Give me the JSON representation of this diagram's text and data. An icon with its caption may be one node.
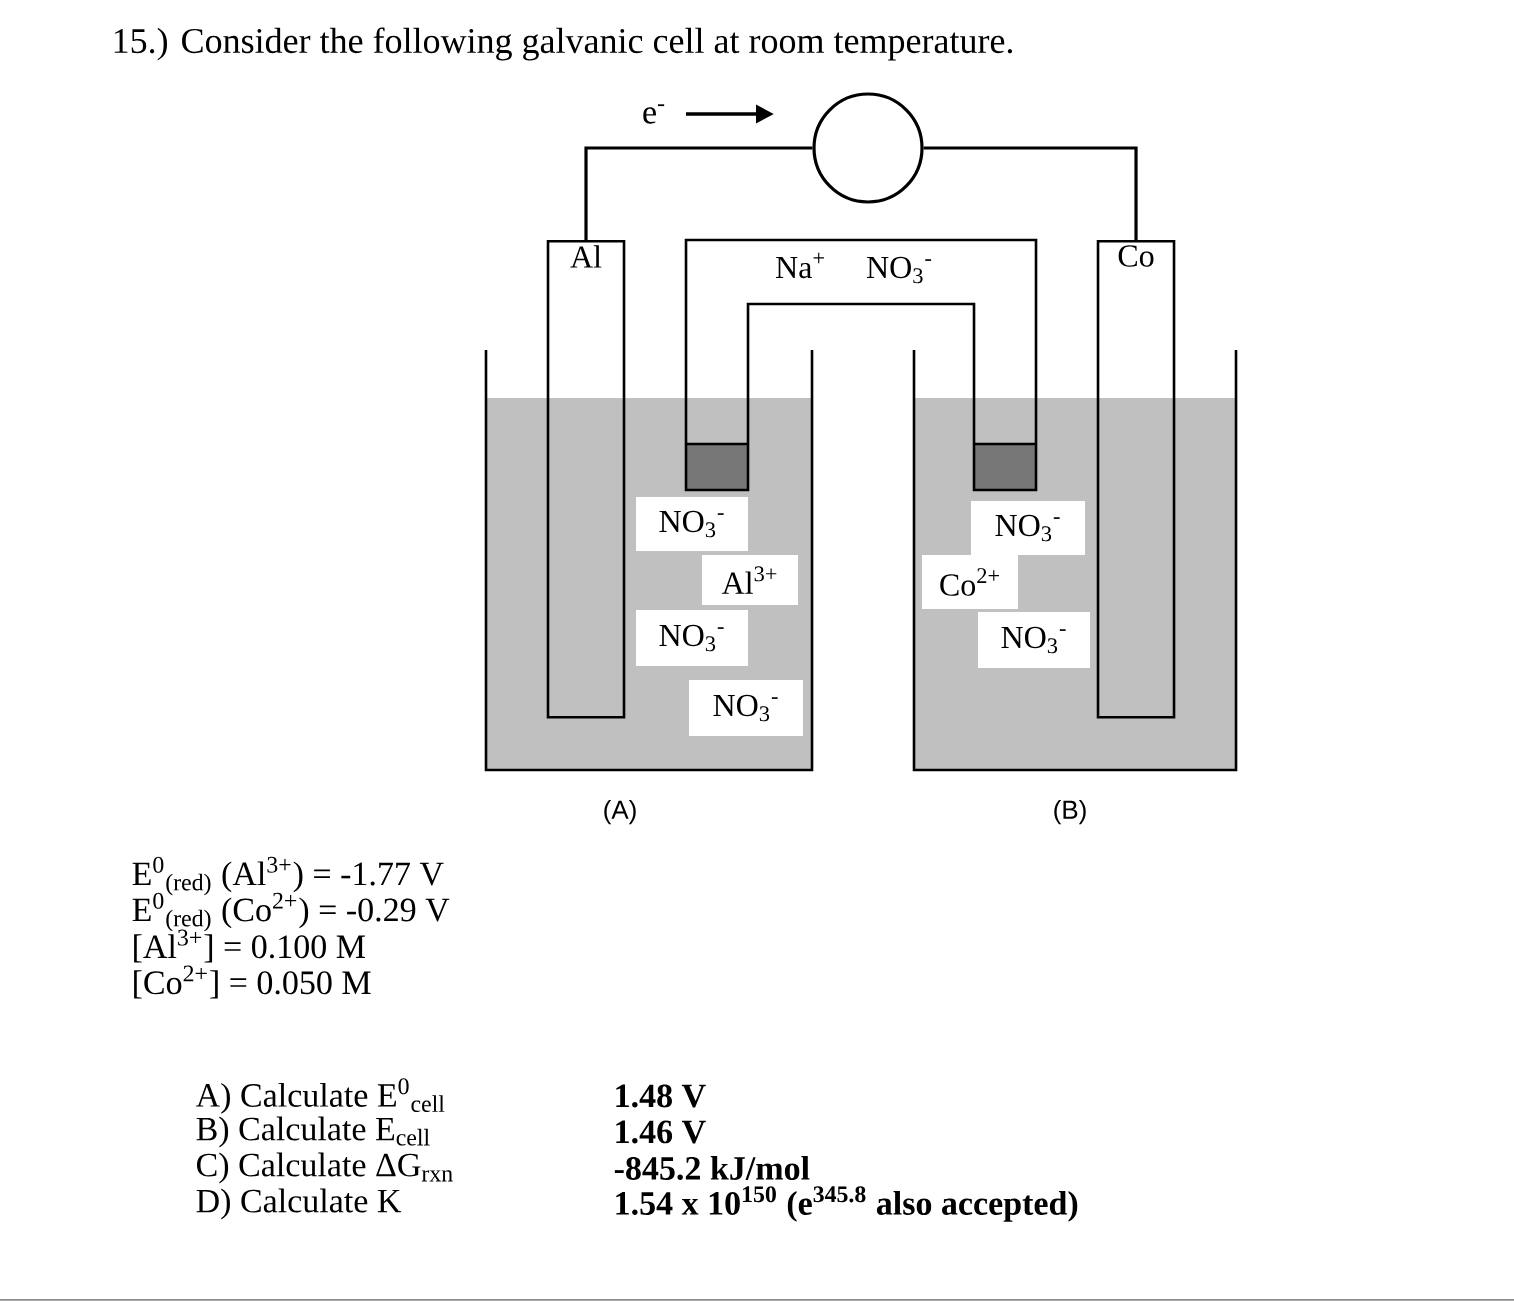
{
  "diagram": {
    "title": "15.) Consider the following galvanic cell at room temperature.",
    "nodes": [
      {
        "text": [
          "Al"
        ]
      },
      {
        "text": [],
        "shape": "circle"
      },
      {
        "text": [
          "Co"
        ]
      },
      {
        "text": [
          "Na$^{+}$",
          "NO$_{3}$$^{-}$"
        ]
      },
      {
        "text": [
          "NO$_{3}$$^{-}$"
        ]
      },
      {
        "text": [
          "Al$^{3+}$"
        ]
      },
      {
        "text": [
          "NO$_{3}$$^{-}$"
        ]
      },
      {
        "text": [
          "NO$_{3}$$^{-}$"
        ]
      },
      {
        "text": [
          "NO$_{3}$$^{-}$"
        ]
      },
      {
        "text": [
          "Co$^{2+}$"
        ]
      },
      {
        "text": [
          "NO$_{3}$$^{-}$"
        ]
      }
    ],
    "edges": [
      {
        "from": 0,
        "to": 1,
        "arrow": "none"
      },
      {
        "from": 1,
        "to": 2,
        "arrow": "none"
      }
    ],
    "labels": [
      "e$^{-}$",
      "(A)",
      "(B)",
      "E$^{0}$$_{(red)}$ (Al$^{3+}$) = -1.77 V",
      "E$^{0}$$_{(red)}$ (Co$^{2+}$) = -0.29 V",
      "[Al$^{3+}$] = 0.100 M",
      "[Co$^{2+}$] = 0.050 M",
      "A) Calculate E$^{0}$$_{cell}$",
      "1.48 V",
      "B) Calculate E$_{cell}$",
      "1.46 V",
      "C) Calculate ΔG$_{rxn}$",
      "-845.2 kJ/mol",
      "D) Calculate K",
      "1.54 x 10$^{150}$ (e$^{345.8}$ also accepted)"
    ]
  }
}
